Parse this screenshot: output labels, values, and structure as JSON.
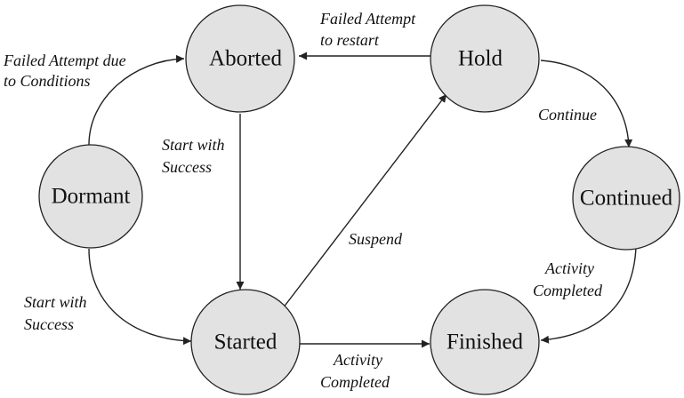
{
  "nodes": {
    "dormant": "Dormant",
    "aborted": "Aborted",
    "hold": "Hold",
    "continued": "Continued",
    "started": "Started",
    "finished": "Finished"
  },
  "edges": {
    "dormant_to_aborted": [
      "Failed Attempt due",
      "to Conditions"
    ],
    "dormant_to_started": [
      "Start with",
      "Success"
    ],
    "aborted_to_started": [
      "Start with",
      "Success"
    ],
    "hold_to_aborted": [
      "Failed Attempt",
      "to restart"
    ],
    "started_to_hold": [
      "Suspend"
    ],
    "hold_to_continued": [
      "Continue"
    ],
    "continued_to_finished": [
      "Activity",
      "Completed"
    ],
    "started_to_finished": [
      "Activity",
      "Completed"
    ]
  },
  "colors": {
    "node_fill": "#e2e2e2",
    "stroke": "#222222"
  }
}
